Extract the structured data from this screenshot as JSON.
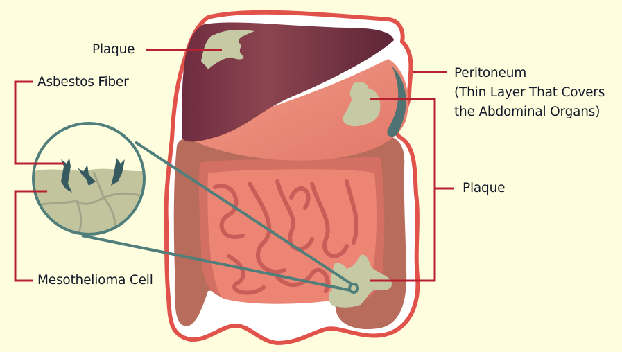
{
  "diagram": {
    "subject": "Peritoneal mesothelioma abdominal illustration",
    "colors": {
      "background": "#fefedf",
      "leader_line": "#b8202f",
      "outline": "#e0524a",
      "liver": "#7a3448",
      "stomach": "#ea8574",
      "intestine": "#df7a68",
      "colon": "#b86c5c",
      "plaque": "#c5c9a4",
      "magnifier": "#4f7e7b",
      "fiber": "#375a60",
      "text": "#141a2a"
    },
    "labels": {
      "plaque_top": "Plaque",
      "asbestos_fiber": "Asbestos Fiber",
      "mesothelioma_cell": "Mesothelioma Cell",
      "peritoneum": "Peritoneum\n(Thin Layer That Covers\nthe Abdominal Organs)",
      "plaque_right": "Plaque"
    }
  }
}
